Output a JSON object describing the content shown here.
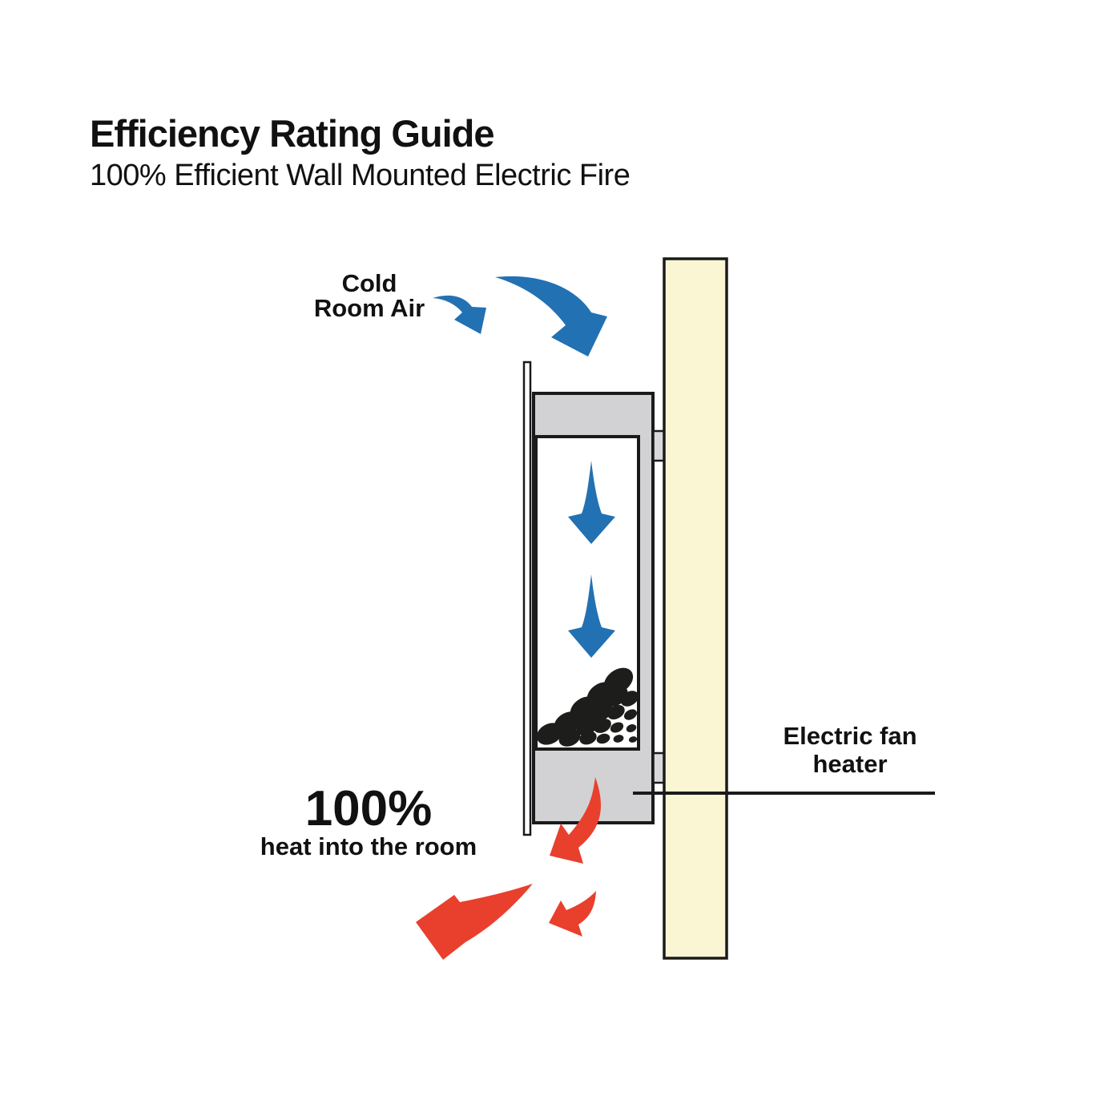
{
  "header": {
    "title": "Efficiency Rating Guide",
    "subtitle": "100% Efficient Wall Mounted Electric Fire"
  },
  "annotations": {
    "cold_air": {
      "line1": "Cold",
      "line2": "Room Air"
    },
    "heat_output": {
      "value": "100%",
      "caption": "heat into the room"
    },
    "component": {
      "line1": "Electric fan",
      "line2": "heater"
    }
  },
  "colors": {
    "cold_air_blue": "#2271b3",
    "heat_red": "#e8402d",
    "wall_cream": "#faf6d4",
    "unit_grey": "#d2d2d4",
    "bracket_grey": "#d9d9db",
    "chamber_white": "#ffffff",
    "glass_white": "#ffffff",
    "pebble_black": "#1d1d1b",
    "outline_black": "#1a1a1a"
  }
}
